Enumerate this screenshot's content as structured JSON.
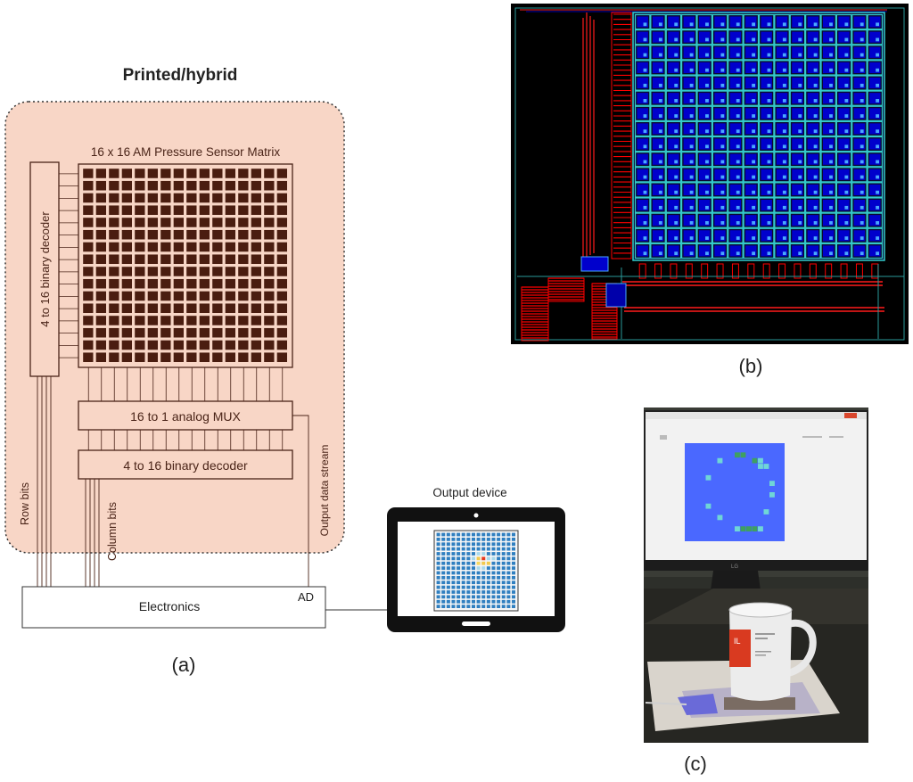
{
  "panel_a": {
    "title": "Printed/hybrid",
    "matrix_label": "16 x 16 AM Pressure Sensor Matrix",
    "row_decoder_label": "4 to 16 binary decoder",
    "mux_label": "16 to 1 analog MUX",
    "col_decoder_label": "4 to 16 binary decoder",
    "row_bits_label": "Row bits",
    "column_bits_label": "Column bits",
    "output_stream_label": "Output data stream",
    "electronics_label": "Electronics",
    "ad_label": "AD",
    "output_device_label": "Output device",
    "caption": "(a)",
    "matrix_rows": 16,
    "matrix_cols": 16,
    "colors": {
      "background": "#f8d6c6",
      "ink": "#4a2418",
      "cell": "#4a1d10"
    }
  },
  "panel_b": {
    "caption": "(b)",
    "colors": {
      "background": "#000000",
      "cell": "#0000cc",
      "grid": "#33cccc",
      "trace": "#ff0000"
    }
  },
  "panel_c": {
    "caption": "(c)",
    "colors": {
      "screen": "#4a68ff",
      "monitor": "#2a2a2a",
      "mug": "#ececec",
      "mug_logo": "#d93a20"
    }
  }
}
